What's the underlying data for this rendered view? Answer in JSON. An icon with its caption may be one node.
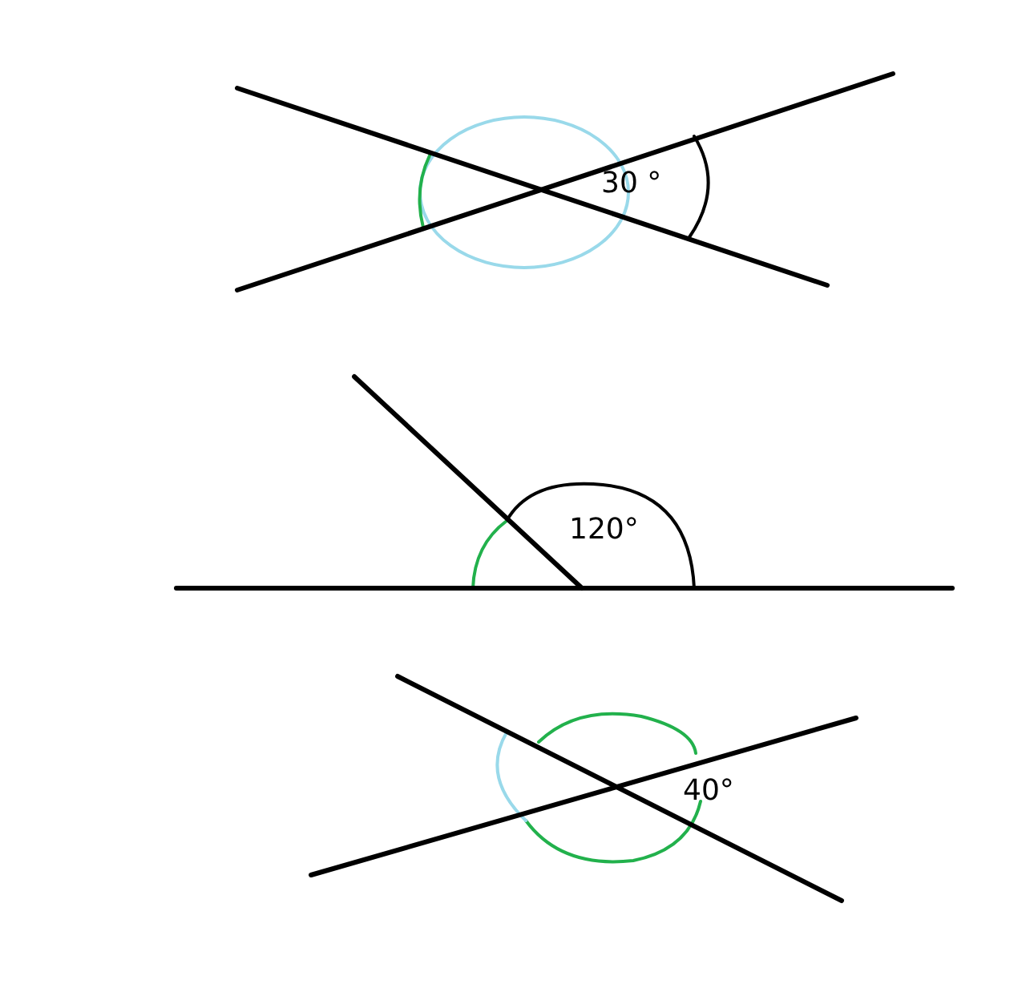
{
  "diagram": {
    "labels": [
      "30 °",
      "120°",
      "40°"
    ]
  }
}
